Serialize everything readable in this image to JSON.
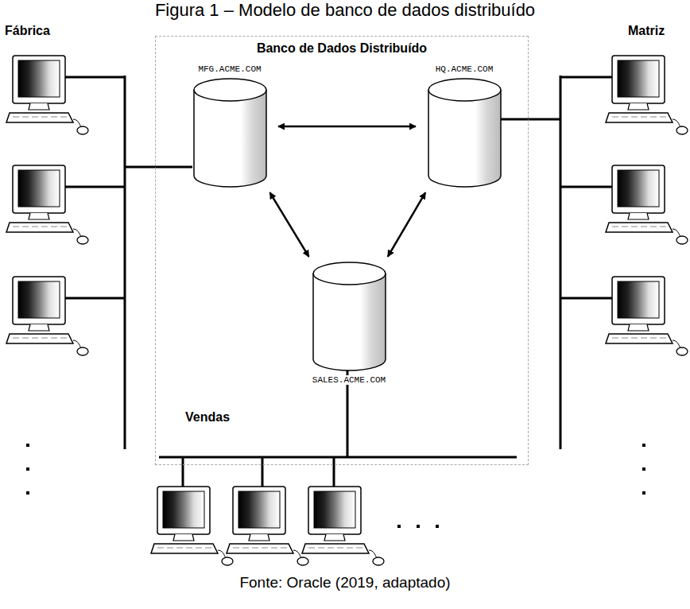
{
  "diagram": {
    "title": "Figura 1 – Modelo de banco de dados distribuído",
    "caption": "Fonte: Oracle (2019, adaptado)",
    "nodes": [
      {
        "text": [
          "Banco de Dados Distribuído"
        ]
      },
      {
        "text": [
          "MFG.ACME.COM"
        ],
        "in": 0
      },
      {
        "text": [
          "HQ.ACME.COM"
        ],
        "in": 0
      },
      {
        "text": [
          "SALES.ACME.COM"
        ],
        "in": 0
      }
    ],
    "edges": [
      {
        "from": 1,
        "to": 2,
        "arrow": "both"
      },
      {
        "from": 1,
        "to": 3,
        "arrow": "both"
      },
      {
        "from": 2,
        "to": 3,
        "arrow": "both"
      }
    ],
    "labels": [
      "Fábrica",
      "Matriz",
      "Vendas"
    ]
  }
}
